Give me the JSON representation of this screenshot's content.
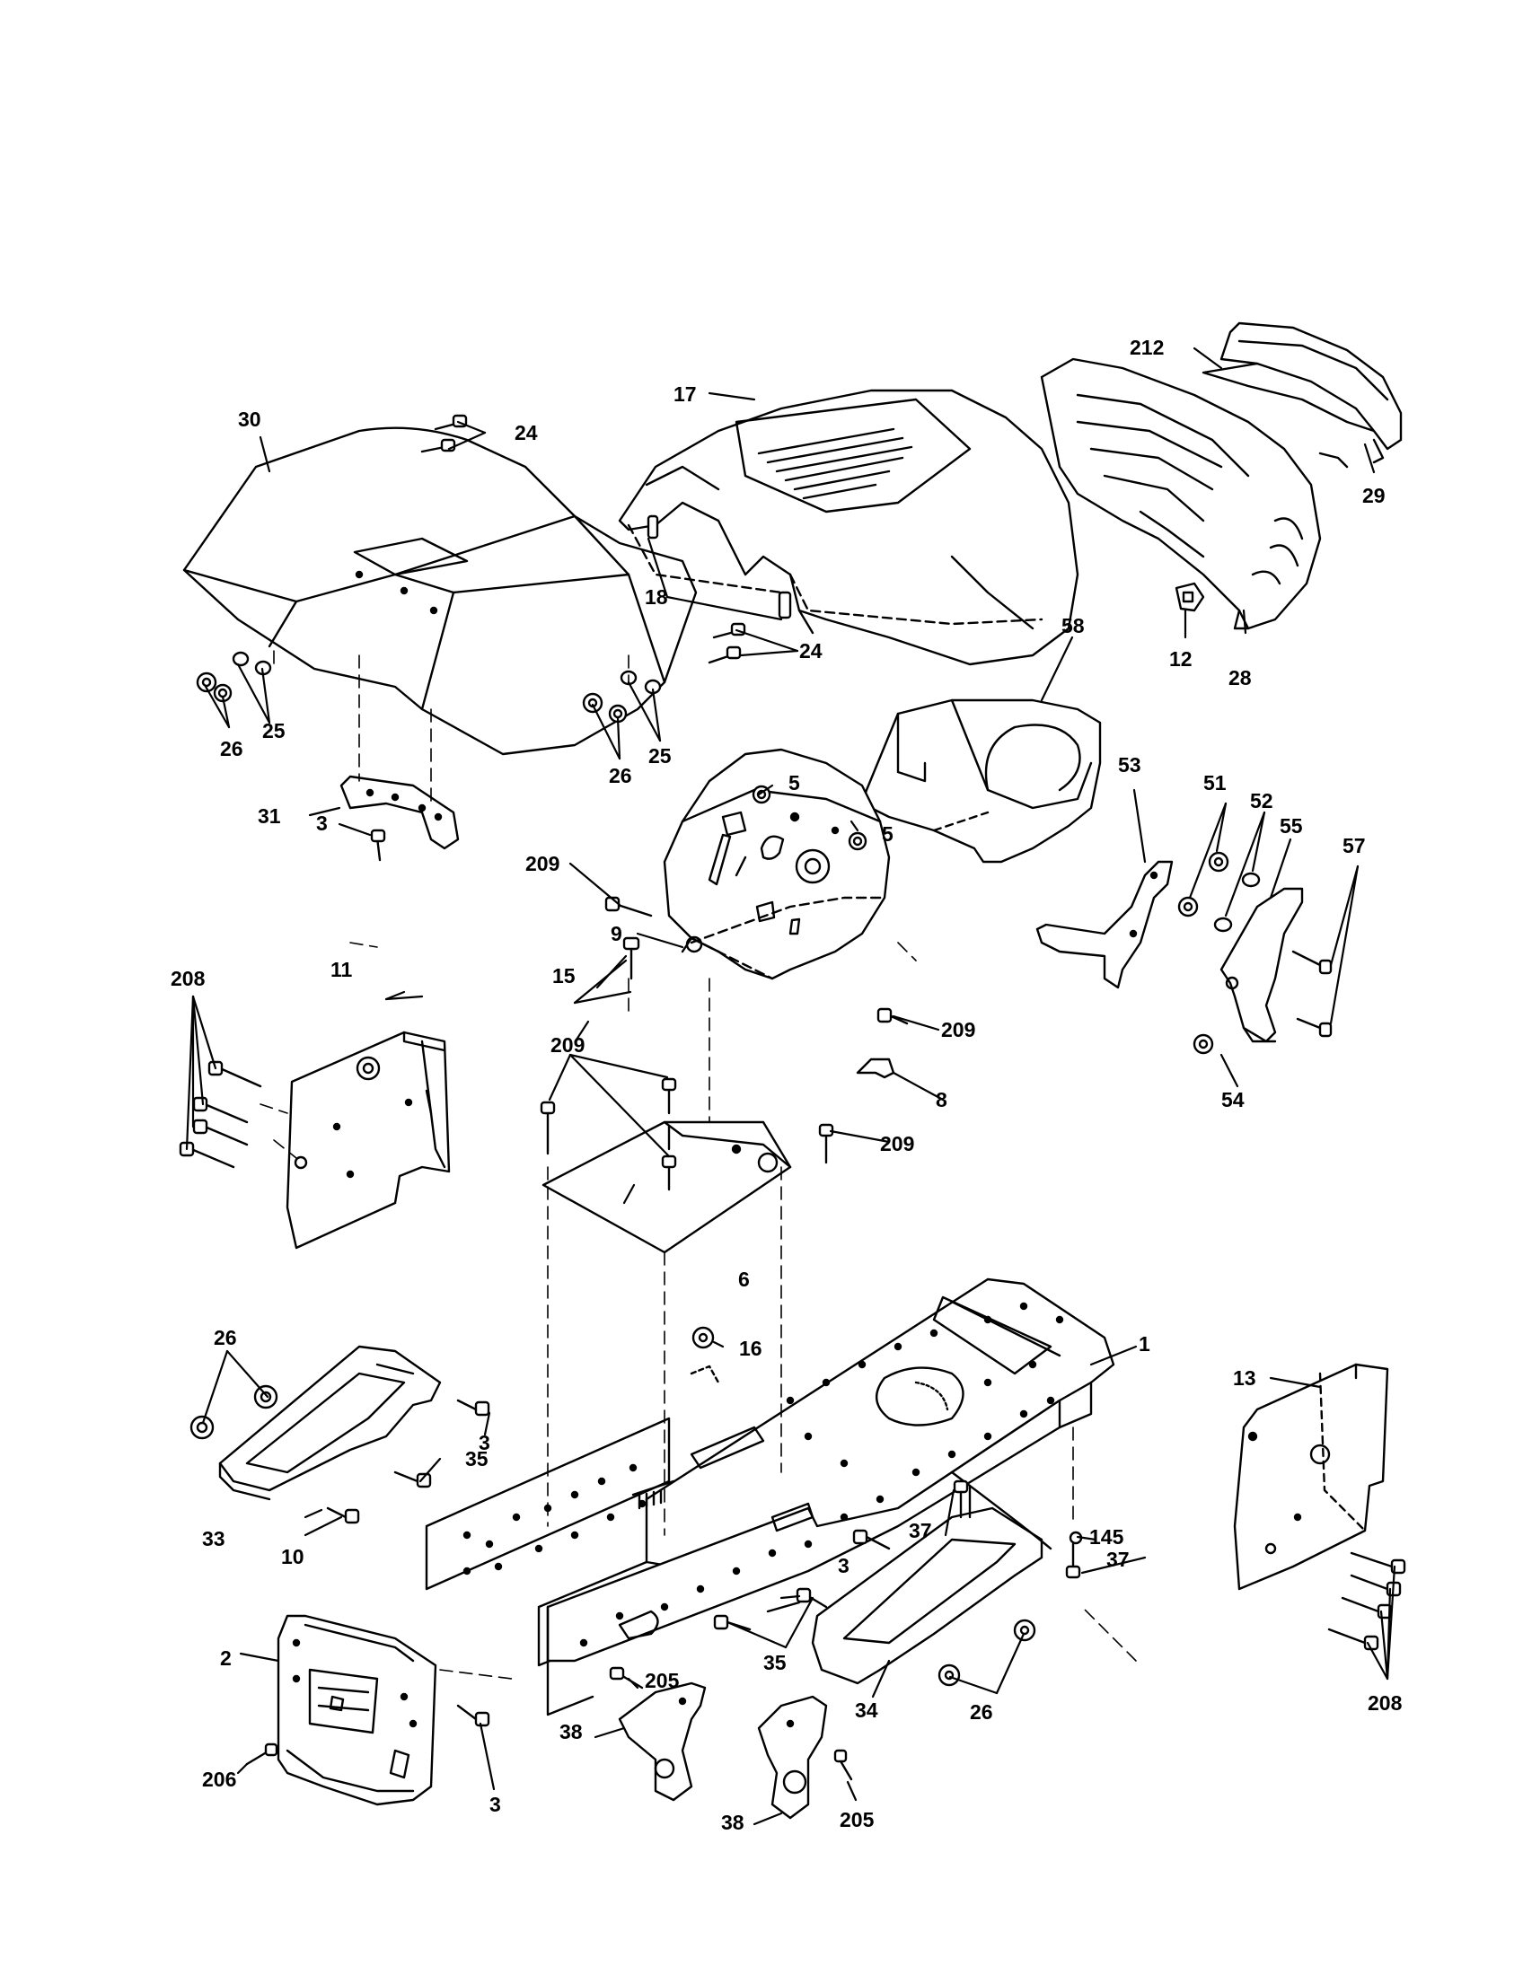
{
  "callouts": {
    "c1": "1",
    "c2": "2",
    "c3a": "3",
    "c3b": "3",
    "c3c": "3",
    "c3d": "3",
    "c5a": "5",
    "c5b": "5",
    "c6": "6",
    "c8": "8",
    "c9": "9",
    "c10": "10",
    "c11": "11",
    "c12": "12",
    "c13": "13",
    "c15": "15",
    "c16": "16",
    "c17": "17",
    "c18": "18",
    "c24a": "24",
    "c24b": "24",
    "c25a": "25",
    "c25b": "25",
    "c26a": "26",
    "c26b": "26",
    "c26c": "26",
    "c26d": "26",
    "c28": "28",
    "c29": "29",
    "c30": "30",
    "c31": "31",
    "c33": "33",
    "c34": "34",
    "c35a": "35",
    "c35b": "35",
    "c37a": "37",
    "c37b": "37",
    "c38a": "38",
    "c38b": "38",
    "c51": "51",
    "c52": "52",
    "c53": "53",
    "c54": "54",
    "c55": "55",
    "c57": "57",
    "c58": "58",
    "c145": "145",
    "c205a": "205",
    "c205b": "205",
    "c206": "206",
    "c208a": "208",
    "c208b": "208",
    "c209a": "209",
    "c209b": "209",
    "c209c": "209",
    "c209d": "209",
    "c212": "212"
  }
}
